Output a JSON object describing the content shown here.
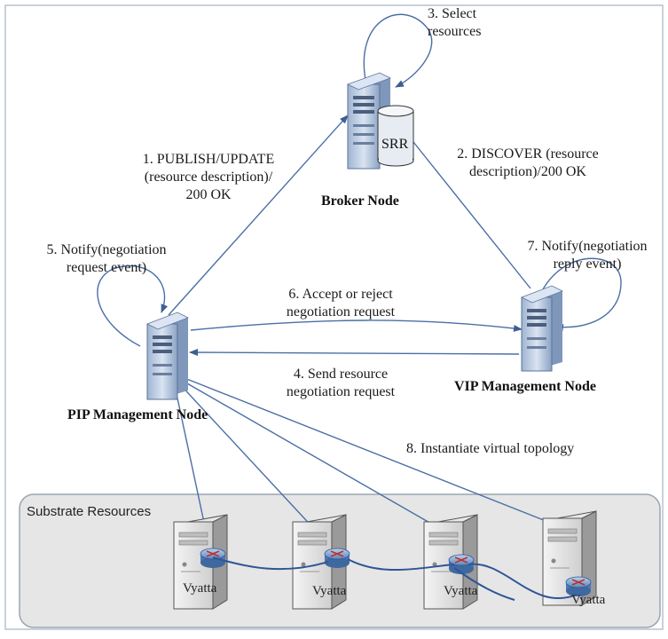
{
  "nodes": {
    "broker": "Broker Node",
    "vip": "VIP Management Node",
    "pip": "PIP Management Node",
    "srr": "SRR"
  },
  "steps": {
    "s1": [
      "1. PUBLISH/UPDATE",
      "(resource description)/",
      "200 OK"
    ],
    "s2": [
      "2. DISCOVER (resource",
      "description)/200 OK"
    ],
    "s3": [
      "3. Select",
      "resources"
    ],
    "s4": [
      "4. Send resource",
      "negotiation request"
    ],
    "s5": [
      "5. Notify(negotiation",
      "request event)"
    ],
    "s6": [
      "6. Accept or reject",
      "negotiation request"
    ],
    "s7": [
      "7. Notify(negotiation",
      "reply event)"
    ],
    "s8": [
      "8. Instantiate virtual topology"
    ]
  },
  "substrate": {
    "title": "Substrate Resources",
    "router_label": "Vyatta"
  },
  "colors": {
    "arrow": "#4a6fa5",
    "server_body": "#c9d7ea",
    "server_dark": "#8aa3c4",
    "substrate_bg": "#e6e6e6",
    "substrate_border": "#9aa5b1",
    "frame": "#b5c2d0"
  }
}
